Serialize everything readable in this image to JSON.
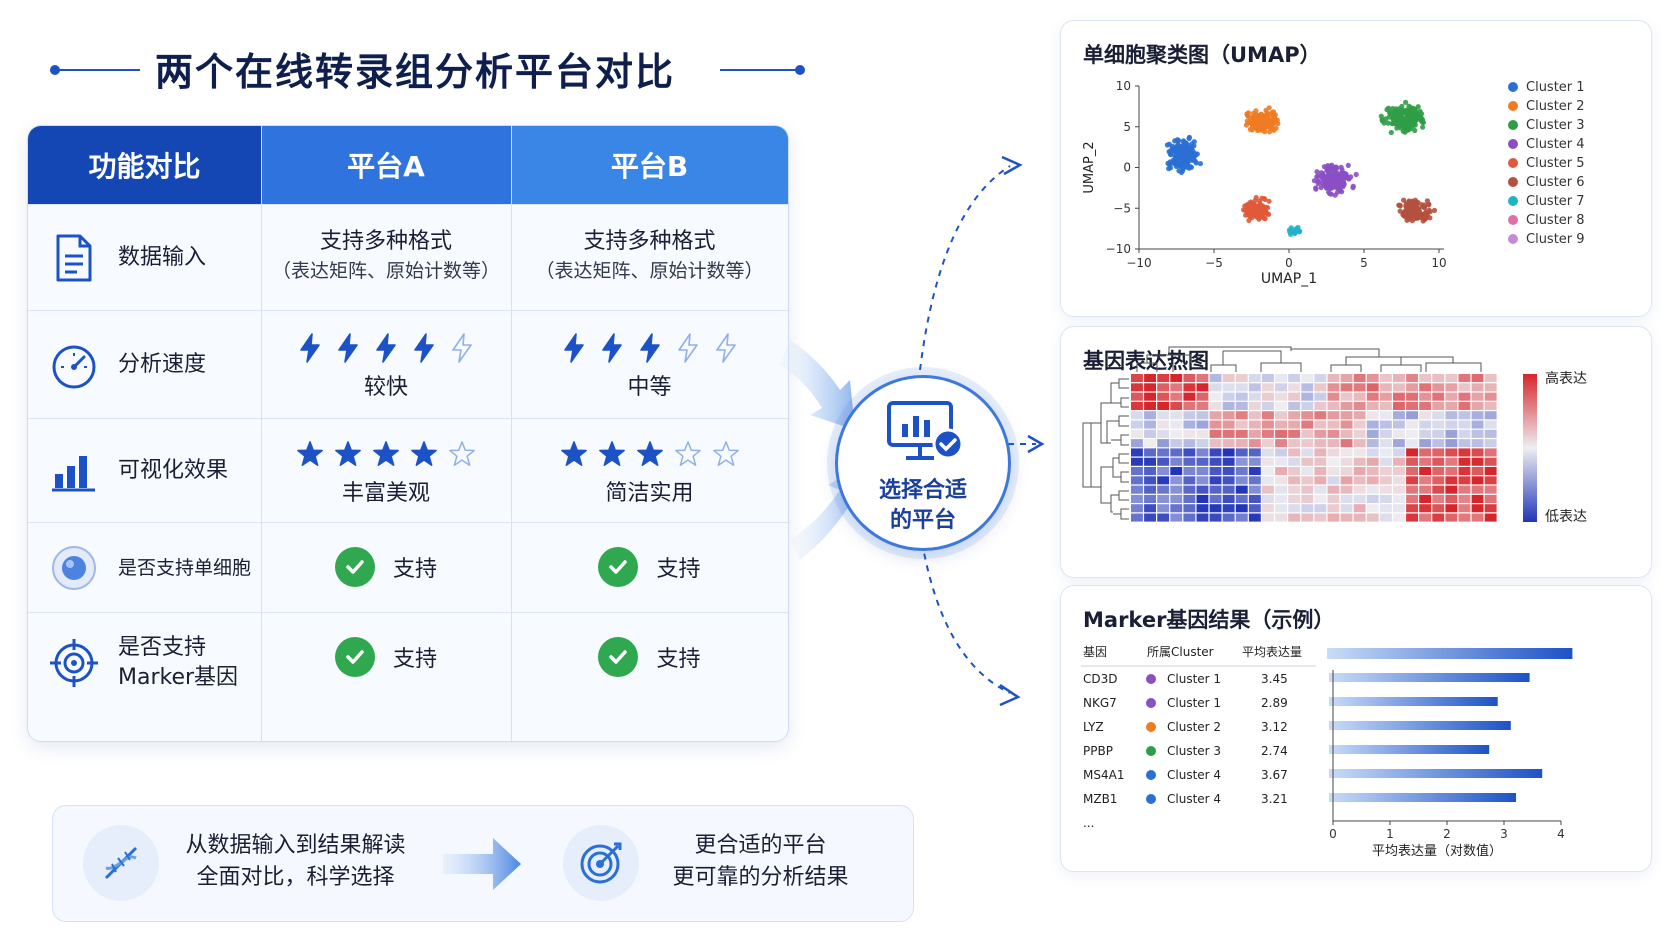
{
  "title": "两个在线转录组分析平台对比",
  "table": {
    "headers": [
      "功能对比",
      "平台A",
      "平台B"
    ],
    "rows": [
      {
        "feature": "数据输入",
        "icon": "document-icon",
        "a": {
          "line1": "支持多种格式",
          "line2": "（表达矩阵、原始计数等）"
        },
        "b": {
          "line1": "支持多种格式",
          "line2": "（表达矩阵、原始计数等）"
        }
      },
      {
        "feature": "分析速度",
        "icon": "speedometer-icon",
        "a": {
          "rating": 4,
          "max": 5,
          "label": "较快"
        },
        "b": {
          "rating": 3,
          "max": 5,
          "label": "中等"
        }
      },
      {
        "feature": "可视化效果",
        "icon": "bar-chart-icon",
        "a": {
          "rating": 4,
          "max": 5,
          "label": "丰富美观"
        },
        "b": {
          "rating": 3,
          "max": 5,
          "label": "简洁实用"
        }
      },
      {
        "feature": "是否支持单细胞",
        "icon": "cell-icon",
        "a": {
          "label": "支持"
        },
        "b": {
          "label": "支持"
        }
      },
      {
        "feature_line1": "是否支持",
        "feature_line2": "Marker基因",
        "icon": "target-icon",
        "a": {
          "label": "支持"
        },
        "b": {
          "label": "支持"
        }
      }
    ]
  },
  "banner": {
    "left_line1": "从数据输入到结果解读",
    "left_line2": "全面对比，科学选择",
    "right_line1": "更合适的平台",
    "right_line2": "更可靠的分析结果"
  },
  "hub": {
    "line1": "选择合适",
    "line2": "的平台"
  },
  "umap": {
    "title": "单细胞聚类图（UMAP）",
    "chart_data": {
      "type": "scatter",
      "xlabel": "UMAP_1",
      "ylabel": "UMAP_2",
      "xlim": [
        -10,
        10
      ],
      "ylim": [
        -10,
        10
      ],
      "xticks": [
        -10,
        -5,
        0,
        5,
        10
      ],
      "yticks": [
        10,
        5,
        0,
        -5,
        -10
      ],
      "series": [
        {
          "name": "Cluster 1",
          "color": "#2a6fd4",
          "center": [
            -7,
            1.5
          ],
          "spread": [
            2.2,
            4.2
          ]
        },
        {
          "name": "Cluster 2",
          "color": "#f07b22",
          "center": [
            -1.8,
            5.8
          ],
          "spread": [
            2.2,
            3.2
          ]
        },
        {
          "name": "Cluster 3",
          "color": "#2f9d47",
          "center": [
            7.8,
            6
          ],
          "spread": [
            2.9,
            3.6
          ]
        },
        {
          "name": "Cluster 4",
          "color": "#8b4fc4",
          "center": [
            3,
            -1.5
          ],
          "spread": [
            2.5,
            3.8
          ]
        },
        {
          "name": "Cluster 5",
          "color": "#e05a3a",
          "center": [
            -2.1,
            -5.2
          ],
          "spread": [
            2.1,
            2.8
          ]
        },
        {
          "name": "Cluster 6",
          "color": "#b4513e",
          "center": [
            8.5,
            -5.3
          ],
          "spread": [
            2.4,
            2.9
          ]
        },
        {
          "name": "Cluster 7",
          "color": "#1fb3c8",
          "center": [
            0.3,
            -7.8
          ],
          "spread": [
            0.9,
            1.2
          ]
        },
        {
          "name": "Cluster 8",
          "color": "#e06fa5",
          "center": [
            0,
            0
          ],
          "spread": [
            0,
            0
          ]
        },
        {
          "name": "Cluster 9",
          "color": "#c38bd6",
          "center": [
            0,
            0
          ],
          "spread": [
            0,
            0
          ]
        }
      ]
    }
  },
  "heatmap": {
    "title": "基因表达热图",
    "high_label": "高表达",
    "low_label": "低表达",
    "chart_data": {
      "type": "heatmap",
      "rows": 16,
      "cols": 28,
      "high_color": "#d7262b",
      "low_color": "#2235b8"
    }
  },
  "marker": {
    "title": "Marker基因结果（示例）",
    "col_gene": "基因",
    "col_cluster": "所属Cluster",
    "col_expr": "平均表达量",
    "ellipsis": "...",
    "xlabel": "平均表达量（对数值）",
    "chart_data": {
      "type": "bar",
      "categories": [
        "CD3D",
        "NKG7",
        "LYZ",
        "PPBP",
        "MS4A1",
        "MZB1"
      ],
      "clusters": [
        "Cluster 1",
        "Cluster 1",
        "Cluster 2",
        "Cluster 3",
        "Cluster 4",
        "Cluster 4"
      ],
      "cluster_colors": [
        "#8b4fc4",
        "#8b4fc4",
        "#f07b22",
        "#2f9d47",
        "#2a6fd4",
        "#2a6fd4"
      ],
      "values": [
        3.45,
        2.89,
        3.12,
        2.74,
        3.67,
        3.21
      ],
      "header_bar_value": 4.2,
      "xlim": [
        0,
        4
      ],
      "xticks": [
        0,
        1,
        2,
        3,
        4
      ]
    }
  },
  "colors": {
    "primary": "#1d52c7",
    "header_dark": "#1447b3",
    "header_light": "#3a86e6",
    "check": "#2fa84f"
  }
}
